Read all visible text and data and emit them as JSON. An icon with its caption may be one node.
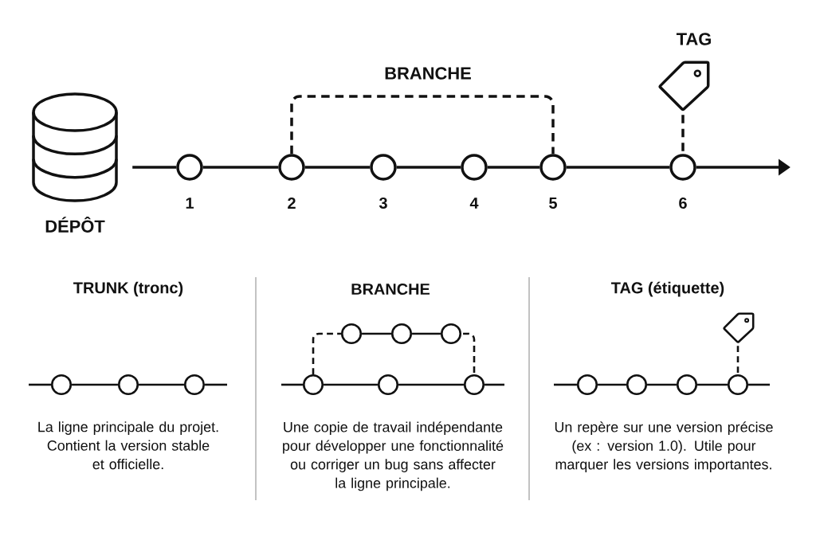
{
  "diagram": {
    "nodes": [
      {
        "text": [],
        "shape": "cylinder",
        "beside": [
          "DÉPÔT"
        ]
      },
      {
        "text": [],
        "shape": "circle",
        "beside": [
          "1"
        ]
      },
      {
        "text": [],
        "shape": "circle",
        "beside": [
          "2"
        ]
      },
      {
        "text": [],
        "shape": "circle",
        "beside": [
          "3"
        ]
      },
      {
        "text": [],
        "shape": "circle",
        "beside": [
          "4"
        ]
      },
      {
        "text": [],
        "shape": "circle",
        "beside": [
          "5"
        ]
      },
      {
        "text": [],
        "shape": "circle",
        "beside": [
          "6"
        ]
      },
      {
        "text": [],
        "shape": "tag",
        "beside": [
          "TAG"
        ]
      },
      {
        "text": [],
        "shape": "circle"
      },
      {
        "text": [],
        "shape": "circle"
      },
      {
        "text": [],
        "shape": "circle"
      },
      {
        "text": [],
        "shape": "circle"
      },
      {
        "text": [],
        "shape": "circle"
      },
      {
        "text": [],
        "shape": "circle"
      },
      {
        "text": [],
        "shape": "circle"
      },
      {
        "text": [],
        "shape": "circle"
      },
      {
        "text": [],
        "shape": "circle"
      },
      {
        "text": [],
        "shape": "tag"
      },
      {
        "text": [],
        "shape": "circle"
      },
      {
        "text": [],
        "shape": "circle"
      },
      {
        "text": [],
        "shape": "circle"
      },
      {
        "text": [],
        "shape": "circle"
      }
    ],
    "edges": [
      {
        "from": 0,
        "to": 1,
        "arrow": "none"
      },
      {
        "from": 1,
        "to": 2,
        "arrow": "none"
      },
      {
        "from": 2,
        "to": 3,
        "arrow": "none"
      },
      {
        "from": 3,
        "to": 4,
        "arrow": "none"
      },
      {
        "from": 4,
        "to": 5,
        "arrow": "none"
      },
      {
        "from": 5,
        "to": 6,
        "arrow": "none"
      },
      {
        "from": 6,
        "to": null,
        "arrow": "to"
      },
      {
        "from": 2,
        "to": 5,
        "arrow": "none",
        "style": "dashed",
        "label": "BRANCHE"
      },
      {
        "from": 7,
        "to": 6,
        "arrow": "none",
        "style": "dashed"
      },
      {
        "from": null,
        "to": 8,
        "arrow": "none"
      },
      {
        "from": 8,
        "to": 9,
        "arrow": "none"
      },
      {
        "from": 9,
        "to": 10,
        "arrow": "none"
      },
      {
        "from": 10,
        "to": null,
        "arrow": "none"
      },
      {
        "from": null,
        "to": 14,
        "arrow": "none"
      },
      {
        "from": 14,
        "to": 15,
        "arrow": "none"
      },
      {
        "from": 15,
        "to": 16,
        "arrow": "none"
      },
      {
        "from": 16,
        "to": null,
        "arrow": "none"
      },
      {
        "from": 14,
        "to": 11,
        "arrow": "none",
        "style": "dashed"
      },
      {
        "from": 11,
        "to": 12,
        "arrow": "none"
      },
      {
        "from": 12,
        "to": 13,
        "arrow": "none"
      },
      {
        "from": 13,
        "to": 16,
        "arrow": "none",
        "style": "dashed"
      },
      {
        "from": null,
        "to": 18,
        "arrow": "none"
      },
      {
        "from": 18,
        "to": 19,
        "arrow": "none"
      },
      {
        "from": 19,
        "to": 20,
        "arrow": "none"
      },
      {
        "from": 20,
        "to": 21,
        "arrow": "none"
      },
      {
        "from": 21,
        "to": null,
        "arrow": "none"
      },
      {
        "from": 17,
        "to": 21,
        "arrow": "none",
        "style": "dashed"
      }
    ],
    "labels": [
      "TRUNK (tronc)",
      "BRANCHE",
      "TAG (étiquette)",
      "La ligne principale du projet. Contient la version stable et officielle.",
      "Une copie de travail indépendante pour développer une fonctionnalité ou corriger un bug sans affecter la ligne principale.",
      "Un repère sur une version précise (ex : version 1.0). Utile pour marquer les versions importantes."
    ]
  }
}
